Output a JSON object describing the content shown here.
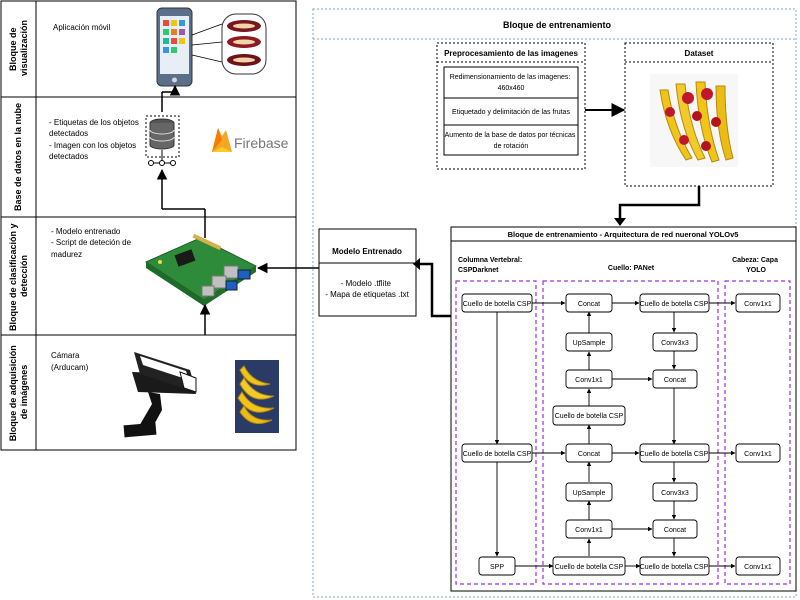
{
  "left_panel": {
    "rows": [
      {
        "label_lines": [
          "Bloque de",
          "visualización"
        ],
        "content_lines": [
          "Aplicación móvil"
        ]
      },
      {
        "label_lines": [
          "Base de datos en la nube"
        ],
        "content_lines": [
          "- Etiquetas de los objetos",
          "  detectados",
          "- Imagen con los objetos",
          "  detectados"
        ]
      },
      {
        "label_lines": [
          "Bloque de clasificación y",
          "detección"
        ],
        "content_lines": [
          "- Modelo entrenado",
          "- Script de deteción de",
          "madurez"
        ]
      },
      {
        "label_lines": [
          "Bloque de adquisición",
          "de imágenes"
        ],
        "content_lines": [
          "Cámara",
          "(Arducam)"
        ]
      }
    ],
    "firebase_text": "Firebase"
  },
  "modelo": {
    "title": "Modelo Entrenado",
    "lines": [
      "- Modelo .tflite",
      "- Mapa de etiquetas .txt"
    ]
  },
  "training": {
    "title": "Bloque de entrenamiento",
    "preprocessing": {
      "title": "Preprocesamiento de las imagenes",
      "steps": [
        [
          "Redimensionamiento de las imagenes:",
          "460x460"
        ],
        [
          "Etiquetado y delimitación de las frutas"
        ],
        [
          "Aumento de la base de datos por técnicas",
          "de rotación"
        ]
      ]
    },
    "dataset_title": "Dataset",
    "yolo": {
      "title": "Bloque de entrenamiento - Arquitectura de red nueronal YOLOv5",
      "backbone_title": [
        "Columna Vertebral:",
        "CSPDarknet"
      ],
      "neck_title": [
        "Cuello: PANet"
      ],
      "head_title": [
        "Cabeza: Capa",
        "YOLO"
      ],
      "nodes": {
        "b1": "Cuello de botella CSP",
        "b2": "Cuello de botella CSP",
        "b3": "SPP",
        "n_concat1": "Concat",
        "n_upsample1": "UpSample",
        "n_conv1": "Conv1x1",
        "n_csp1": "Cuello de botella CSP",
        "n_concat2": "Concat",
        "n_upsample2": "UpSample",
        "n_conv2": "Conv1x1",
        "n_csp2": "Cuello de botella CSP",
        "m_csp1": "Cuello de botella CSP",
        "m_conv1": "Conv3x3",
        "m_concat1": "Concat",
        "m_csp2": "Cuello de botella CSP",
        "m_conv2": "Conv3x3",
        "m_concat2": "Concat",
        "m_csp3": "Cuello de botella CSP",
        "h1": "Conv1x1",
        "h2": "Conv1x1",
        "h3": "Conv1x1"
      }
    }
  },
  "colors": {
    "purple_dash": "#9b30d9",
    "blue_dash": "#7fa6d6",
    "firebase_orange": "#f5a623",
    "banana_yellow": "#f0c419",
    "phone_blue": "#4a6fa5"
  },
  "icon_names": [
    "smartphone-icon",
    "database-icon",
    "firebase-logo",
    "raspberry-pi-icon",
    "security-camera-icon",
    "bananas-photo",
    "dataset-photo"
  ]
}
